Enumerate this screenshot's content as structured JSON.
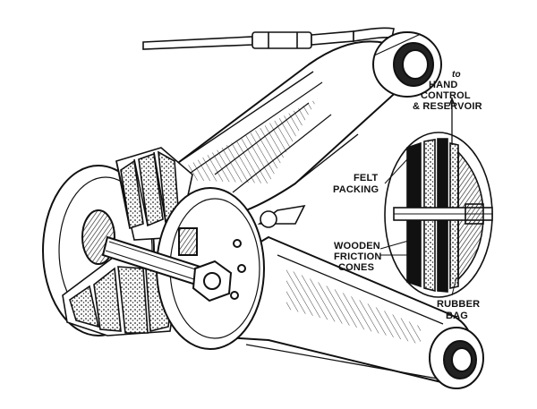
{
  "figure": {
    "labels": {
      "hand_control_1": "to",
      "hand_control_2": "HAND",
      "hand_control_3": "CONTROL",
      "hand_control_4": "& RESERVOIR",
      "felt_packing_1": "FELT",
      "felt_packing_2": "PACKING",
      "wooden_cones_1": "WOODEN",
      "wooden_cones_2": "FRICTION",
      "wooden_cones_3": "CONES",
      "rubber_bag_1": "RUBBER",
      "rubber_bag_2": "BAG"
    }
  },
  "colors": {
    "ink": "#111111",
    "paper": "#ffffff",
    "shade": "#444444"
  }
}
